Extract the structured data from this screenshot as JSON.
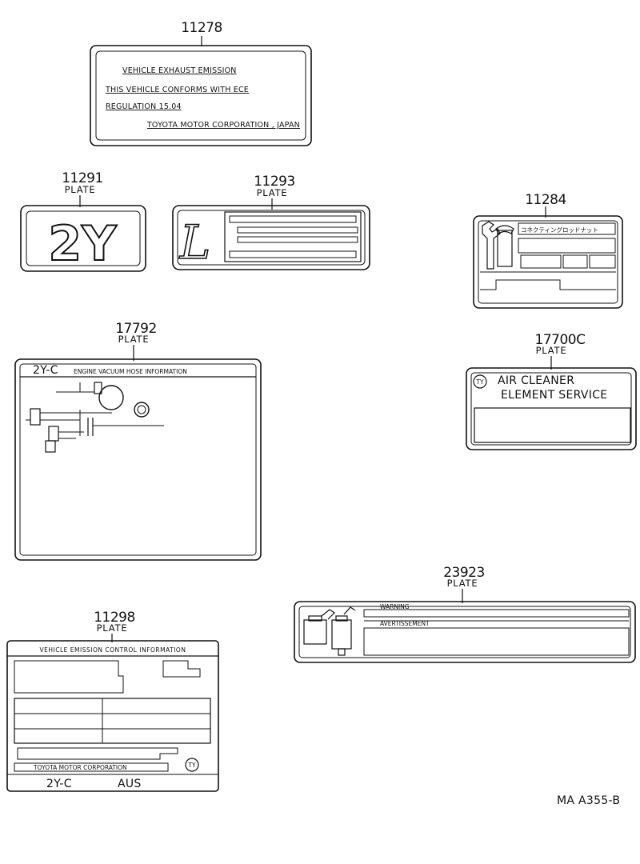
{
  "parts": {
    "p11278": {
      "number": "11278",
      "lines": [
        "VEHICLE EXHAUST EMISSION",
        "THIS VEHICLE CONFORMS WITH ECE",
        "REGULATION 15.04",
        "TOYOTA MOTOR CORPORATION , JAPAN"
      ]
    },
    "p11291": {
      "number": "11291",
      "label": "PLATE",
      "text": "2Y"
    },
    "p11293": {
      "number": "11293",
      "label": "PLATE",
      "text": "L"
    },
    "p11284": {
      "number": "11284",
      "text": "コネクティングロッドナット"
    },
    "p17792": {
      "number": "17792",
      "label": "PLATE",
      "header_model": "2Y-C",
      "header_text": "ENGINE VACUUM HOSE INFORMATION"
    },
    "p17700c": {
      "number": "17700C",
      "label": "PLATE",
      "line1": "AIR CLEANER",
      "line2": "ELEMENT SERVICE"
    },
    "p23923": {
      "number": "23923",
      "label": "PLATE",
      "warning": "WARNING",
      "avertissement": "AVERTISSEMENT"
    },
    "p11298": {
      "number": "11298",
      "label": "PLATE",
      "header": "VEHICLE EMISSION CONTROL INFORMATION",
      "maker": "TOYOTA MOTOR CORPORATION",
      "model": "2Y-C",
      "market": "AUS"
    }
  },
  "footer": {
    "code": "MA A355-B"
  }
}
